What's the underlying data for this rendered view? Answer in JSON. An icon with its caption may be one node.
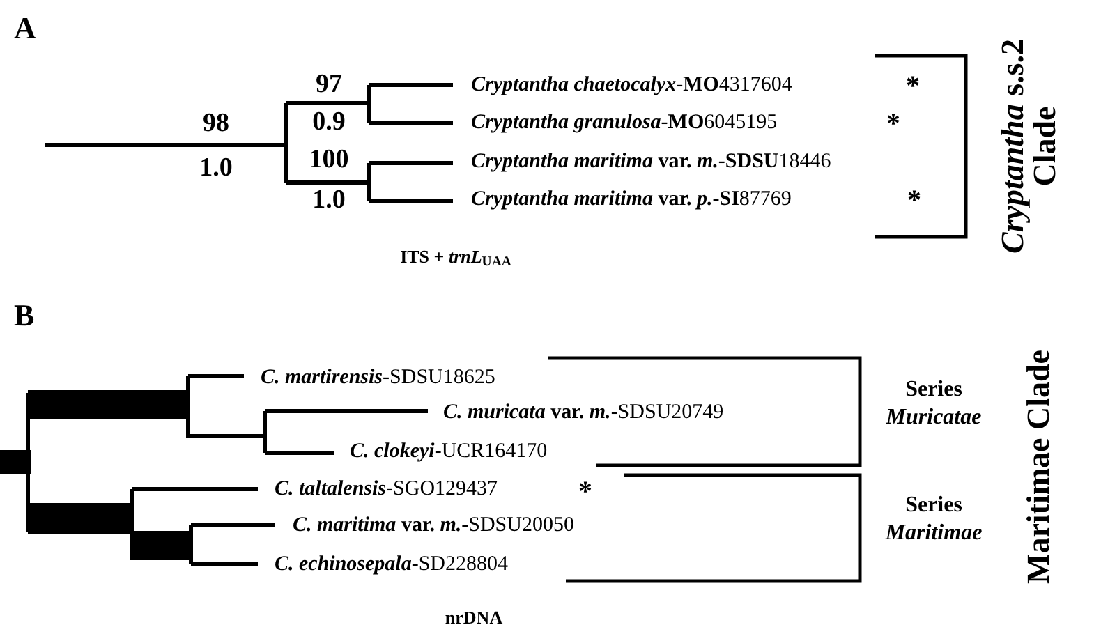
{
  "diagram": {
    "labels": [
      "A",
      "98",
      "1.0",
      "97",
      "0.9",
      "100",
      "1.0",
      "*Cryptantha chaetocalyx*-**MO**4317604",
      "*",
      "*Cryptantha granulosa*-**MO**6045195",
      "*",
      "*Cryptantha maritima* **var.** *m.*-**SDSU**18446",
      "*Cryptantha maritima* **var.** *p.*-**SI**87769",
      "*",
      "*Cryptantha* s.s.2 Clade",
      "ITS + *trnL*$_{UAA}$",
      "B",
      "*C. martirensis*-SDSU18625",
      "*C. muricata* **var.** *m.*-SDSU20749",
      "*C. clokeyi*-UCR164170",
      "*C. taltalensis*-SGO129437",
      "*",
      "*C. maritima* **var.** *m.*-SDSU20050",
      "*C. echinosepala*-SD228804",
      "Series *Muricatae*",
      "Series *Maritimae*",
      "Maritimae Clade",
      "nrDNA"
    ]
  }
}
